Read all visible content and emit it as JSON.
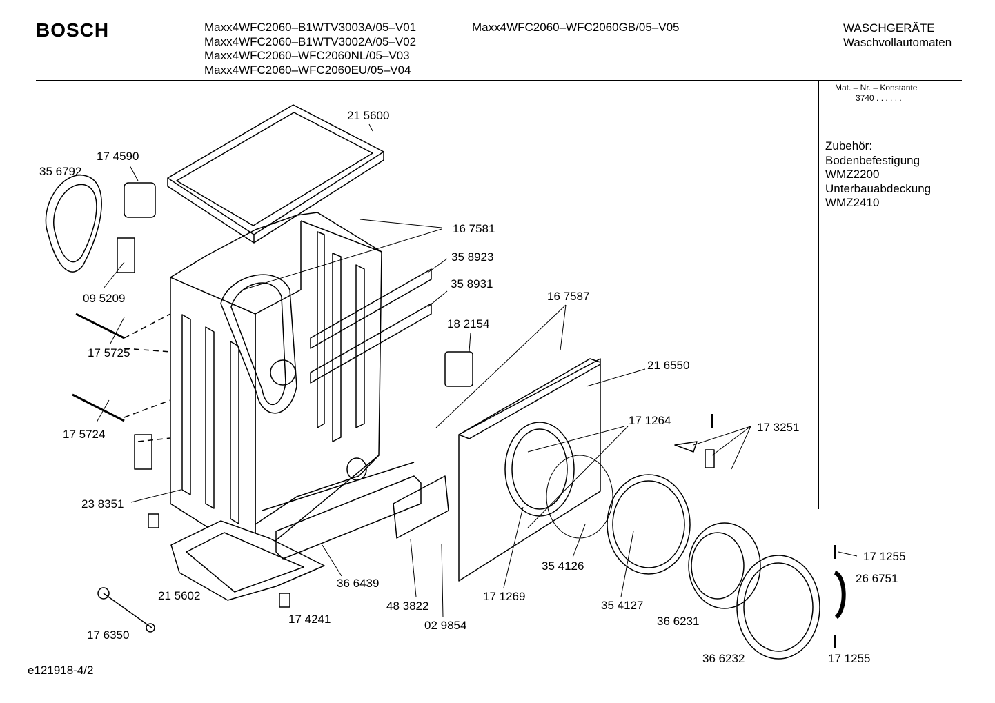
{
  "header": {
    "brand": "BOSCH",
    "models_left": [
      "Maxx4WFC2060–B1WTV3003A/05–V01",
      "Maxx4WFC2060–B1WTV3002A/05–V02",
      "Maxx4WFC2060–WFC2060NL/05–V03",
      "Maxx4WFC2060–WFC2060EU/05–V04"
    ],
    "model_right": "Maxx4WFC2060–WFC2060GB/05–V05",
    "category_line1": "WASCHGERÄTE",
    "category_line2": "Waschvollautomaten"
  },
  "sidebar": {
    "mat_label": "Mat. – Nr. – Konstante",
    "mat_value": "3740  .  .  .  .  .  .",
    "accessories": [
      "Zubehör:",
      "Bodenbefestigung",
      "WMZ2200",
      "Unterbauabdeckung",
      "WMZ2410"
    ]
  },
  "parts": [
    "21 5600",
    "17 4590",
    "35 6792",
    "16 7581",
    "35 8923",
    "35 8931",
    "09 5209",
    "16 7587",
    "18 2154",
    "17 5725",
    "21 6550",
    "17 1264",
    "17 3251",
    "17 5724",
    "23 8351",
    "17 1255",
    "26 6751",
    "35 4126",
    "36 6439",
    "21 5602",
    "48 3822",
    "17 1269",
    "35 4127",
    "36 6231",
    "17 4241",
    "02 9854",
    "17 6350",
    "36 6232",
    "17 1255"
  ],
  "footer": {
    "drawing_id": "e121918-4/2"
  }
}
